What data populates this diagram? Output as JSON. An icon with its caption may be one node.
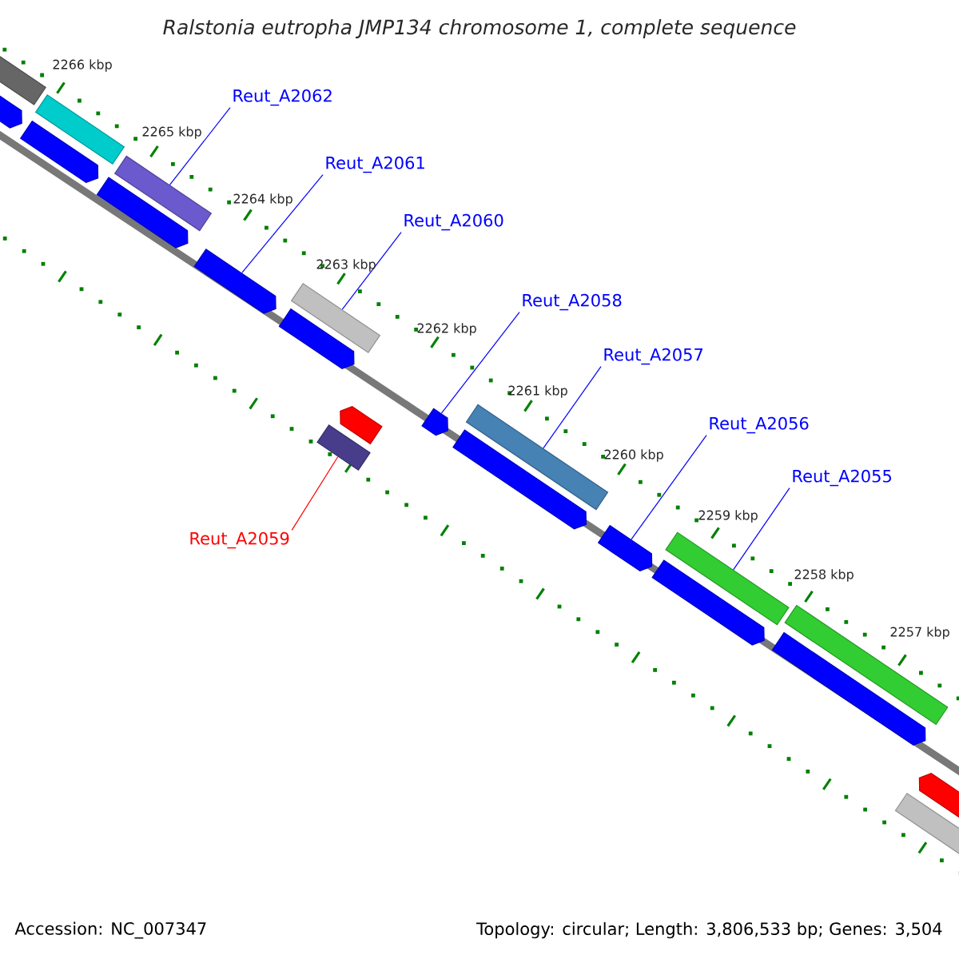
{
  "diagram": {
    "title": "Ralstonia eutropha JMP134 chromosome 1, complete sequence",
    "nodes": [
      {
        "text": [
          "Reut_A2062"
        ]
      },
      {
        "text": [
          "Reut_A2061"
        ]
      },
      {
        "text": [
          "Reut_A2060"
        ]
      },
      {
        "text": [
          "Reut_A2058"
        ]
      },
      {
        "text": [
          "Reut_A2057"
        ]
      },
      {
        "text": [
          "Reut_A2056"
        ]
      },
      {
        "text": [
          "Reut_A2055"
        ]
      },
      {
        "text": [
          "Reut_A2059"
        ]
      },
      {
        "text": [],
        "shape": "bar"
      },
      {
        "text": [],
        "shape": "bar"
      },
      {
        "text": [],
        "shape": "bar"
      },
      {
        "text": [],
        "shape": "bar"
      },
      {
        "text": [],
        "shape": "bar"
      },
      {
        "text": [],
        "shape": "bar"
      },
      {
        "text": [],
        "shape": "bar"
      },
      {
        "text": [],
        "shape": "bar"
      },
      {
        "text": [],
        "shape": "bar"
      },
      {
        "text": [],
        "shape": "bar"
      },
      {
        "text": [],
        "shape": "bar"
      },
      {
        "text": [],
        "shape": "bar"
      },
      {
        "text": [],
        "shape": "bar"
      },
      {
        "text": [],
        "shape": "bar"
      },
      {
        "text": [],
        "shape": "bar"
      },
      {
        "text": [],
        "shape": "bar"
      },
      {
        "text": [],
        "shape": "bar"
      },
      {
        "text": [],
        "shape": "bar"
      },
      {
        "text": [],
        "shape": "bar"
      },
      {
        "text": [],
        "shape": "bar"
      },
      {
        "text": [],
        "shape": "bar"
      }
    ],
    "edges": [
      {
        "from": 0,
        "to": 13,
        "arrow": "none"
      },
      {
        "from": 1,
        "to": 14,
        "arrow": "none"
      },
      {
        "from": 2,
        "to": 16,
        "arrow": "none"
      },
      {
        "from": 3,
        "to": 19,
        "arrow": "none"
      },
      {
        "from": 4,
        "to": 21,
        "arrow": "none"
      },
      {
        "from": 5,
        "to": 22,
        "arrow": "none"
      },
      {
        "from": 6,
        "to": 24,
        "arrow": "none"
      },
      {
        "from": 7,
        "to": 17,
        "arrow": "none",
        "color": "#ff0000"
      }
    ],
    "labels": [
      "2266 kbp",
      "2265 kbp",
      "2264 kbp",
      "2263 kbp",
      "2262 kbp",
      "2261 kbp",
      "2260 kbp",
      "2259 kbp",
      "2258 kbp",
      "2257 kbp",
      "Accession: NC_007347",
      "Topology: circular; Length: 3,806,533 bp; Genes: 3,504"
    ]
  }
}
